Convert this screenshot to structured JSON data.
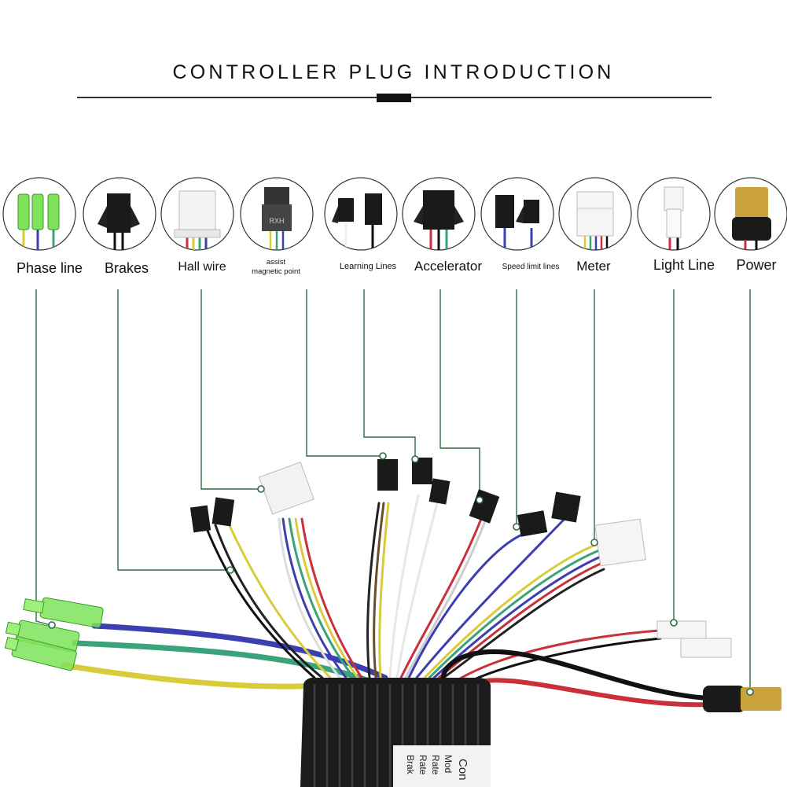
{
  "title": "CONTROLLER PLUG INTRODUCTION",
  "plugs": [
    {
      "id": "phase",
      "label": "Phase line"
    },
    {
      "id": "brakes",
      "label": "Brakes"
    },
    {
      "id": "hall",
      "label": "Hall wire"
    },
    {
      "id": "assist",
      "label": "assist",
      "label2": "magnetic point"
    },
    {
      "id": "learning",
      "label": "Learning Lines"
    },
    {
      "id": "accelerator",
      "label": "Accelerator"
    },
    {
      "id": "speed",
      "label": "Speed limit lines"
    },
    {
      "id": "meter",
      "label": "Meter"
    },
    {
      "id": "light",
      "label": "Light Line"
    },
    {
      "id": "power",
      "label": "Power"
    }
  ],
  "connector_marking": "RXH",
  "controller_label_lines": [
    "Con",
    "Mod",
    "Rate",
    "Rate",
    "Brak"
  ],
  "colors": {
    "leader": "#2f6b45",
    "phase_green": "#7ee35a",
    "wire_blue": "#3c3fb0",
    "wire_teal": "#3aa37a",
    "wire_yellow": "#d8cc3a",
    "wire_red": "#c8303a",
    "power_gold": "#c9a23c"
  }
}
